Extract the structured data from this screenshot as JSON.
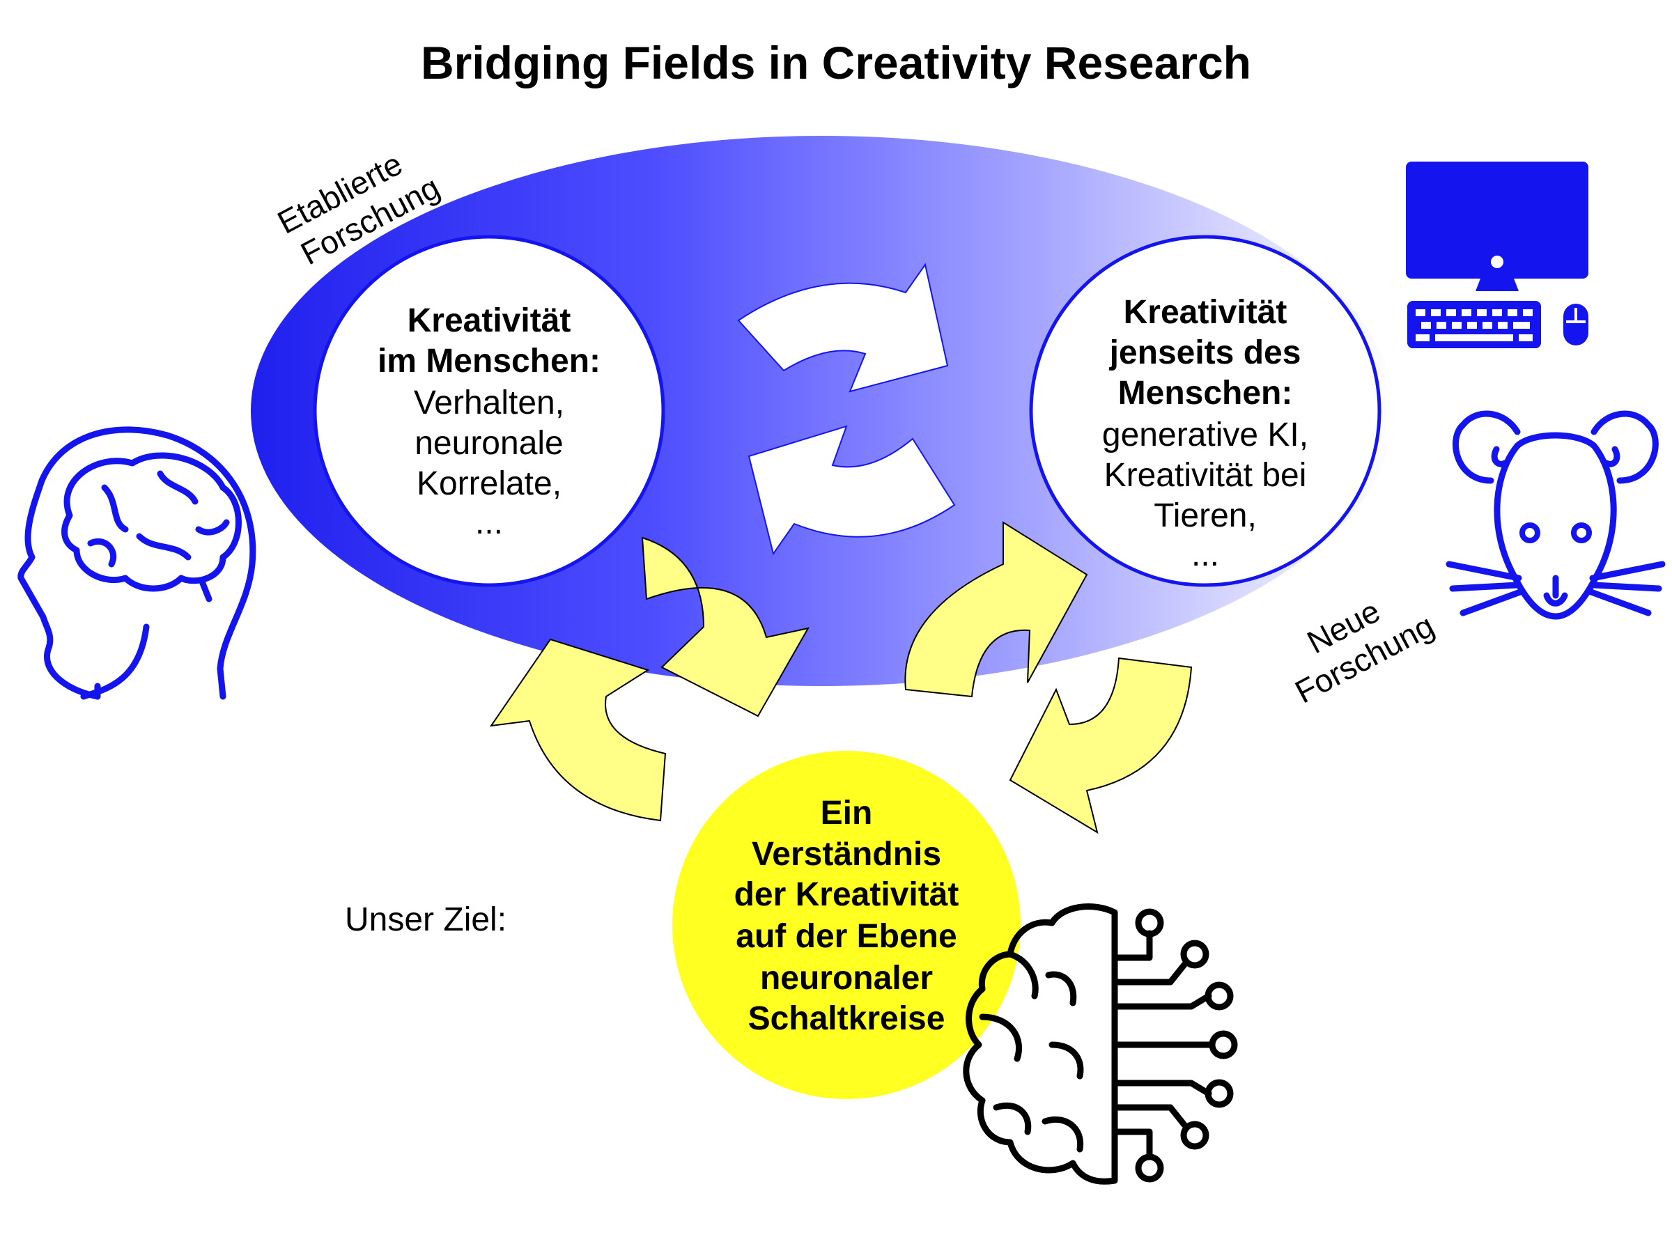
{
  "title": "Bridging Fields in Creativity Research",
  "labels": {
    "established_line1": "Etablierte",
    "established_line2": "Forschung",
    "new_line1": "Neue",
    "new_line2": "Forschung",
    "goal_prefix": "Unser Ziel:"
  },
  "left_circle": {
    "line1": "Kreativität",
    "line2": "im Menschen:",
    "line3": "Verhalten,",
    "line4": "neuronale",
    "line5": "Korrelate,",
    "line6": "..."
  },
  "right_circle": {
    "line1": "Kreativität",
    "line2": "jenseits des",
    "line3": "Menschen:",
    "line4": "generative KI,",
    "line5": "Kreativität bei",
    "line6": "Tieren,",
    "line7": "..."
  },
  "goal_circle": {
    "line1": "Ein",
    "line2": "Verständnis",
    "line3": "der Kreativität",
    "line4": "auf der Ebene",
    "line5": "neuronaler",
    "line6": "Schaltkreise"
  },
  "icons": [
    "human-brain-head-icon",
    "computer-icon",
    "mouse-animal-icon",
    "ai-circuit-brain-icon",
    "cycle-arrows-icon"
  ],
  "colors": {
    "blue": "#2020ee",
    "yellow": "#ffff22",
    "light_yellow": "#ffff88"
  }
}
